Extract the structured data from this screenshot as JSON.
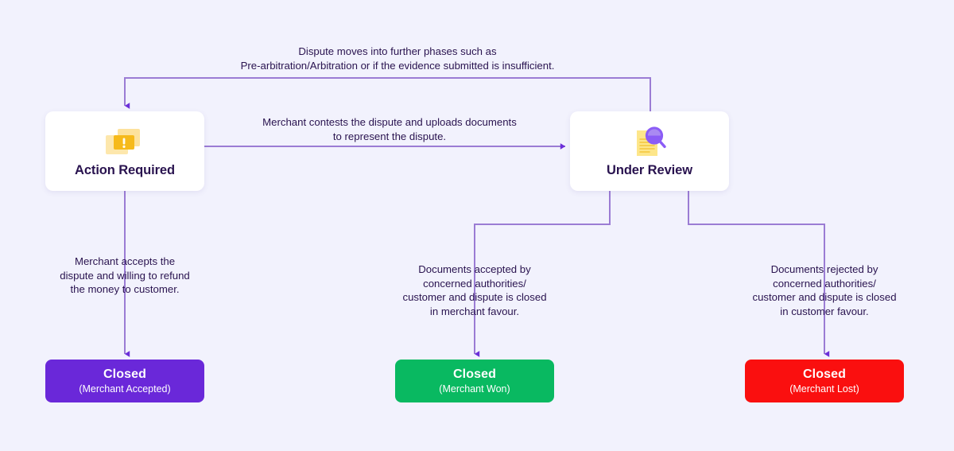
{
  "canvas": {
    "background": "#f2f2fd",
    "text_color": "#29134f",
    "line_color": "#9b7cd4",
    "arrow_color": "#6c2fd9"
  },
  "nodes": [
    {
      "id": "action-required",
      "title": "Action Required",
      "icon": "warning-document-icon",
      "icon_color": "#fbbf24"
    },
    {
      "id": "under-review",
      "title": "Under Review",
      "icon": "document-magnifier-icon",
      "icon_color": "#fde68a",
      "icon_accent": "#8b5cf6"
    }
  ],
  "terminals": [
    {
      "id": "merchant-accepted",
      "main": "Closed",
      "sub": "(Merchant Accepted)",
      "color": "#6a28d9"
    },
    {
      "id": "merchant-won",
      "main": "Closed",
      "sub": "(Merchant Won)",
      "color": "#09b961"
    },
    {
      "id": "merchant-lost",
      "main": "Closed",
      "sub": "(Merchant Lost)",
      "color": "#fa0f0f"
    }
  ],
  "edge_labels": {
    "loop": "Dispute moves into further phases such as\nPre-arbitration/Arbitration or if the evidence submitted is insufficient.",
    "contest": "Merchant contests the dispute and uploads documents\nto represent the dispute.",
    "accepts": "Merchant accepts the\ndispute and willing to refund\nthe money to customer.",
    "docs_accepted": "Documents accepted by\nconcerned authorities/\ncustomer and dispute is closed\nin merchant favour.",
    "docs_rejected": "Documents rejected by\nconcerned authorities/\ncustomer and dispute is closed\nin customer favour."
  }
}
